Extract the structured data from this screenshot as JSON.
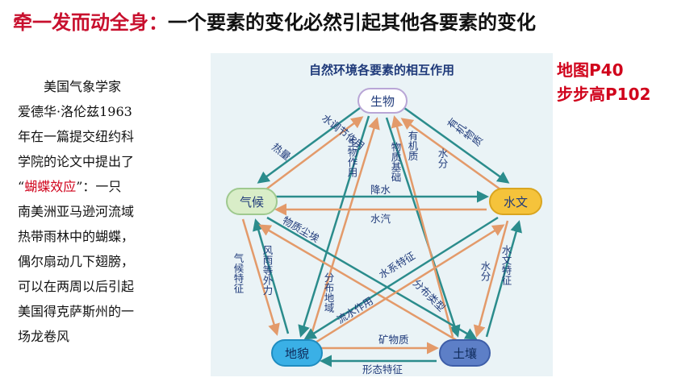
{
  "title": {
    "lead": "牵一发而动全身：",
    "rest": "一个要素的变化必然引起其他各要素的变化"
  },
  "references": [
    "地图P40",
    "步步高P102"
  ],
  "story": {
    "line1": "美国气象学家",
    "line2": "爱德华·洛伦兹1963",
    "line3": "年在一篇提交纽约科",
    "line4": "学院的论文中提出了",
    "line5_open": "“",
    "line5_term": "蝴蝶效应",
    "line5_close": "”：一只",
    "line6": "南美洲亚马逊河流域",
    "line7": "热带雨林中的蝴蝶，",
    "line8": "偶尔扇动几下翅膀，",
    "line9": "可以在两周以后引起",
    "line10": "美国得克萨斯州的一",
    "line11": "场龙卷风"
  },
  "diagram": {
    "title": "自然环境各要素的相互作用",
    "nodes": {
      "biology": "生物",
      "climate": "气候",
      "hydrology": "水文",
      "landform": "地貌",
      "soil": "土壤"
    },
    "labels": {
      "bio_to_climate": "水调节作用",
      "climate_to_bio": "热量",
      "bio_to_hydro": "有机物质",
      "hydro_to_bio": "水分",
      "bio_to_landform": "生物作用",
      "bio_to_soil_a": "有机质",
      "bio_to_soil_b": "物质基础",
      "climate_to_hydro": "降水",
      "hydro_to_climate": "水汽",
      "climate_to_landform": "气候特征",
      "landform_to_climate": "风雨等外力",
      "climate_to_soil": "物质尘埃",
      "hydro_to_landform": "流水作用",
      "landform_to_hydro": "水系特征",
      "hydro_to_soil_a": "水分",
      "hydro_to_soil_b": "水文特征",
      "landform_to_bio": "分布地域",
      "soil_to_landform_a": "矿物质",
      "soil_to_landform_b": "形态特征",
      "soil_to_bio": "分布类型"
    },
    "colors": {
      "biology": "#ffffff",
      "climate": "#d9edc8",
      "hydrology": "#f5c33b",
      "landform": "#3ab0e6",
      "soil": "#5d7fc7",
      "teal_arrow": "#2b8c8c",
      "orange_arrow": "#e39a6a",
      "label": "#1f3a7a"
    }
  }
}
